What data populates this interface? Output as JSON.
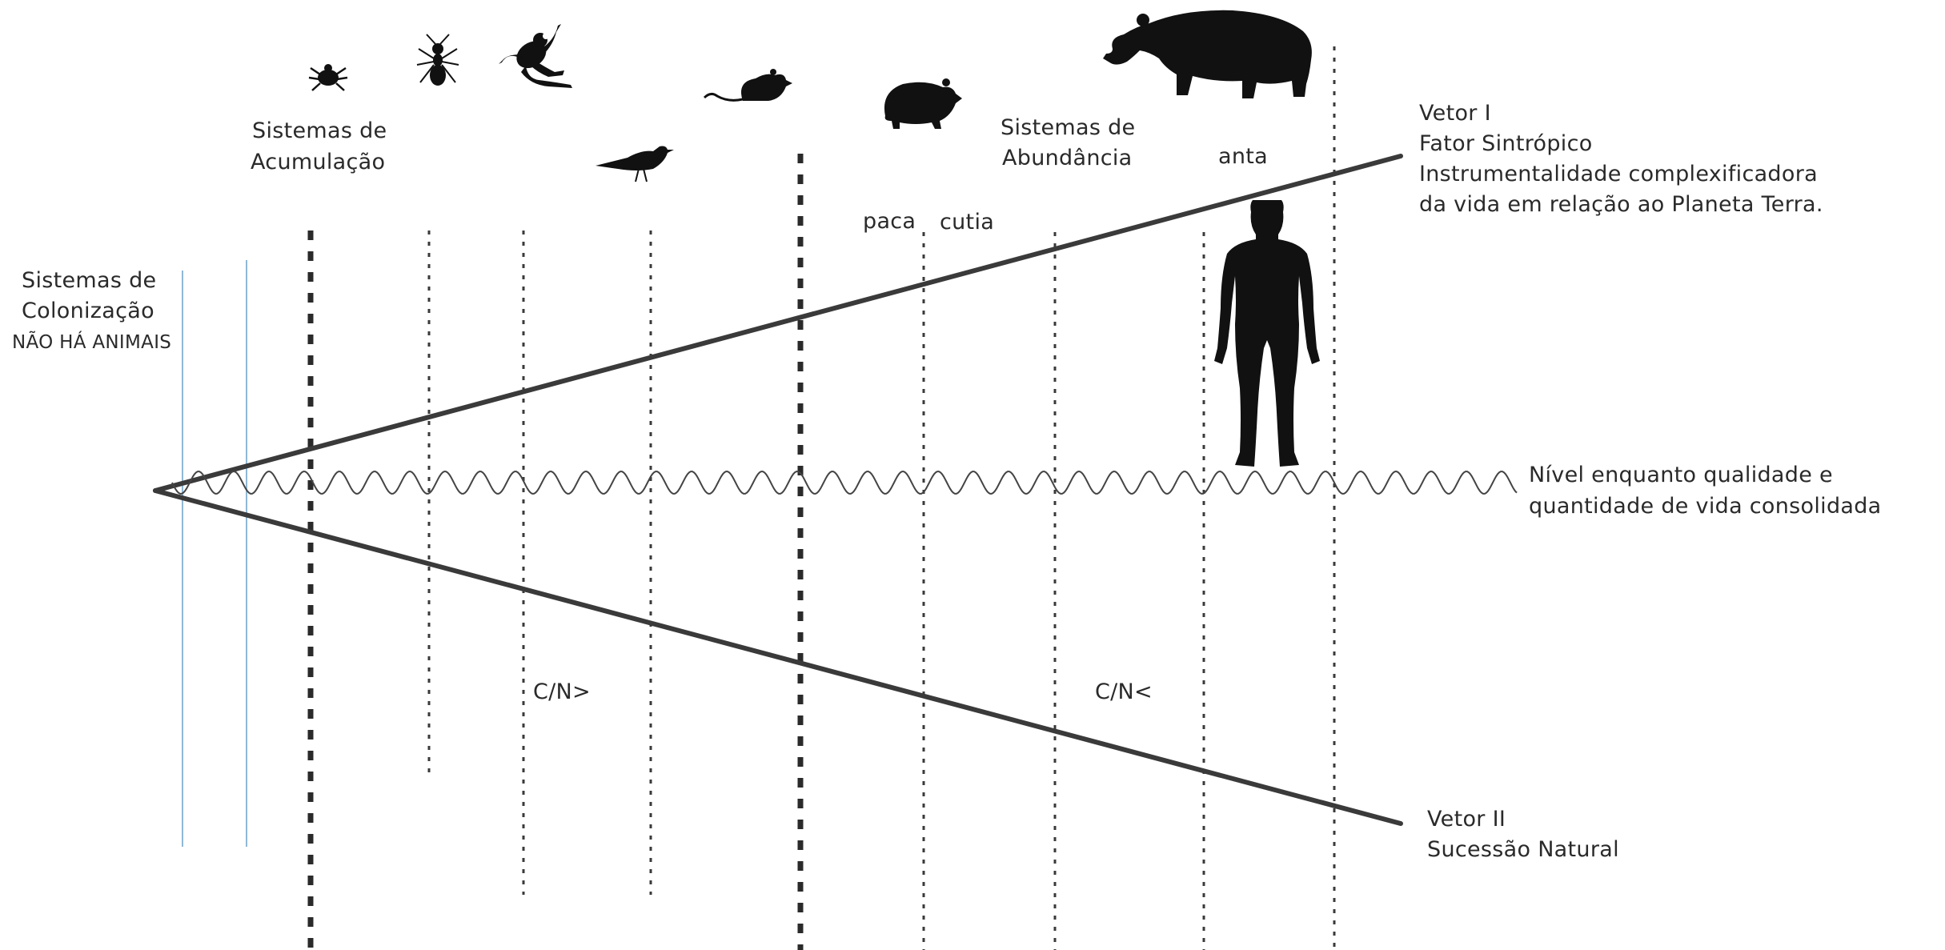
{
  "labels": {
    "colonizacao_line1": "Sistemas de",
    "colonizacao_line2": "Colonização",
    "colonizacao_line3": "NÃO HÁ ANIMAIS",
    "acumulacao_line1": "Sistemas de",
    "acumulacao_line2": "Acumulação",
    "abundancia_line1": "Sistemas de",
    "abundancia_line2": "Abundância",
    "anta": "anta",
    "paca": "paca",
    "cutia": "cutia",
    "vetor1_line1": "Vetor I",
    "vetor1_line2": "Fator Sintrópico",
    "vetor1_line3": "Instrumentalidade complexificadora",
    "vetor1_line4": "da vida em relação ao Planeta Terra.",
    "nivel_line1": "Nível enquanto qualidade e",
    "nivel_line2": "quantidade de vida consolidada",
    "cn_greater": "C/N>",
    "cn_less": "C/N<",
    "vetor2_line1": "Vetor II",
    "vetor2_line2": "Sucessão Natural"
  },
  "animals": [
    "tick-icon",
    "ant-icon",
    "frog-icon",
    "bird-icon",
    "rat-icon",
    "paca-icon",
    "tapir-icon",
    "human-icon"
  ],
  "colors": {
    "line": "#3a3a3a",
    "blue_guide": "#8fb8d8",
    "silhouette": "#111111"
  }
}
